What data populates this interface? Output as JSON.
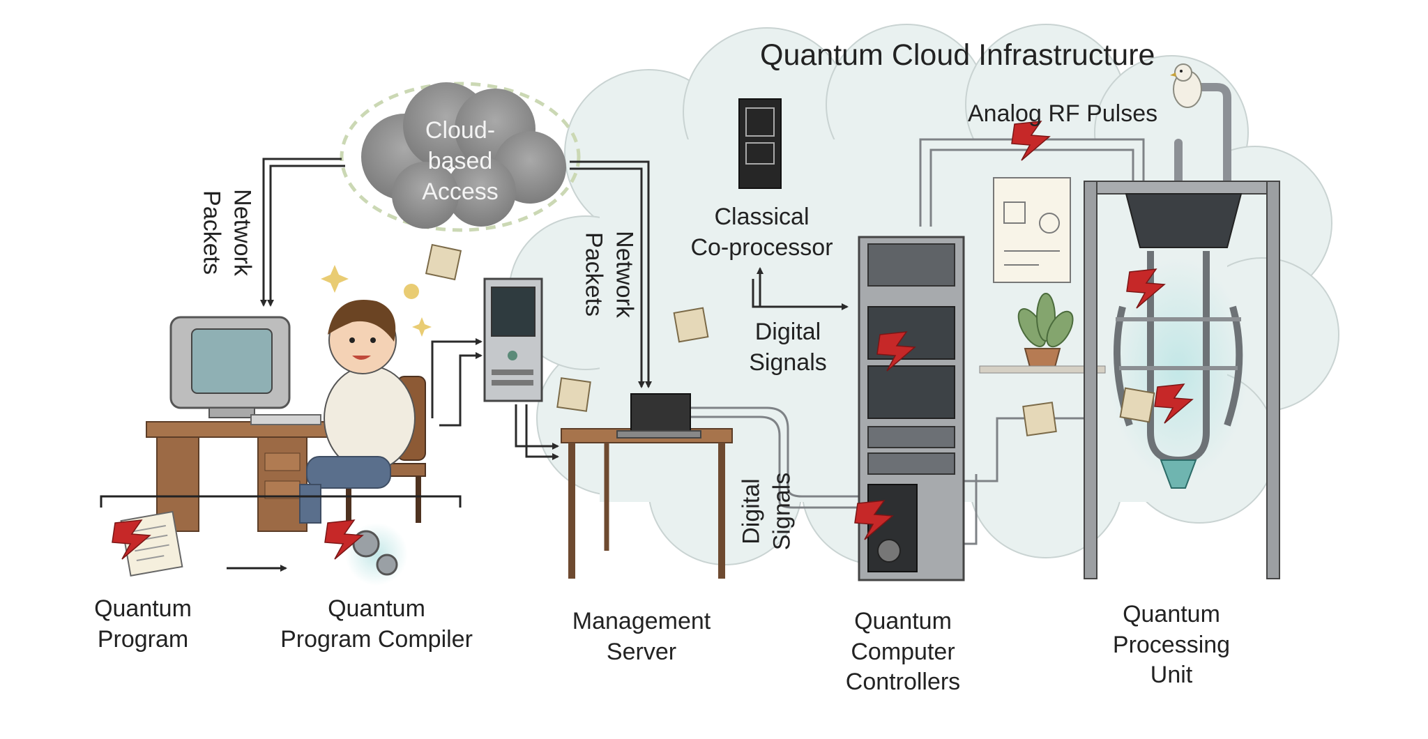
{
  "title": "Quantum Cloud Infrastructure",
  "cloud_access": [
    "Cloud-",
    "based",
    "Access"
  ],
  "network_packets_left": [
    "Network",
    "Packets"
  ],
  "network_packets_right": [
    "Network",
    "Packets"
  ],
  "classical_coprocessor": [
    "Classical",
    "Co-processor"
  ],
  "digital_signals_mid": [
    "Digital",
    "Signals"
  ],
  "digital_signals_vertical": [
    "Digital",
    "Signals"
  ],
  "analog_rf_pulses": "Analog RF Pulses",
  "components": {
    "quantum_program": [
      "Quantum",
      "Program"
    ],
    "compiler": [
      "Quantum",
      "Program Compiler"
    ],
    "management_server": [
      "Management",
      "Server"
    ],
    "controllers": [
      "Quantum",
      "Computer",
      "Controllers"
    ],
    "qpu": [
      "Quantum",
      "Processing",
      "Unit"
    ]
  },
  "colors": {
    "cloud_fill": "#e7f0ef",
    "access_cloud": "#8f8f8f",
    "wood": "#9c6a45",
    "metal": "#6c7075",
    "lightning": "#c62828",
    "arrow": "#2a2a2a"
  }
}
